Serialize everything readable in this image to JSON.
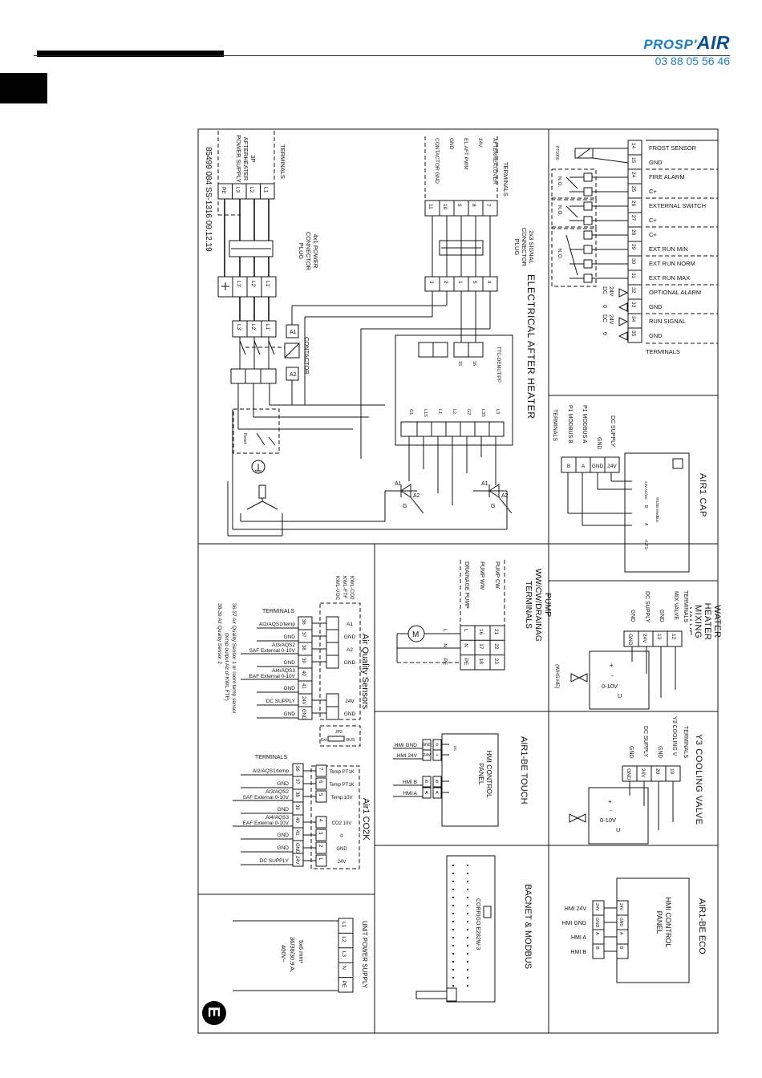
{
  "header": {
    "brand_prefix": "PROSP'",
    "brand_suffix": "AIR",
    "phone": "03 88 05 56 46"
  },
  "doc_ref": "85499 084  SS-1316  09.12.19",
  "page_letter": "E",
  "sections": {
    "aftheater_terms": {
      "title": "TERMINALS",
      "label": "3P AFTERHEATER POWER SUPPLY",
      "pins": [
        "PE",
        "L3",
        "L2",
        "L1"
      ]
    },
    "power_plug": {
      "title": "4x1 POWER CONNECTOR PLUG",
      "pins": [
        "L3'",
        "L2'",
        "L1'"
      ],
      "contactor_pins": [
        "L3'",
        "L2'",
        "L1'"
      ]
    },
    "contactor": {
      "title": "CONTACTOR",
      "a1": "A1",
      "a2": "A2"
    },
    "signal_terms": {
      "title": "TERMINALS",
      "labels": [
        "AFTERHEAT.OVER",
        "24V",
        "EL.AFT PWM",
        "GND",
        "CONTACTOR GND"
      ],
      "pins": [
        "7",
        "8",
        "9",
        "10",
        "11"
      ],
      "plug_title": "2x3 SIGNAL CONNECTOR PLUG",
      "plug_pins": [
        "4",
        "5",
        "1",
        "2",
        "3"
      ]
    },
    "electrical_afterheater": {
      "title": "ELECTRICAL AFTER HEATER",
      "controller": "TTC-OEMUT/PP",
      "pins_top": [
        "15",
        "16"
      ],
      "pins_bottom": [
        "L3",
        "L3S",
        "G2",
        "L2",
        "L1",
        "L1S",
        "G1"
      ],
      "reset": "Reset",
      "triac_labels": [
        "A1",
        "A2",
        "G",
        "A1",
        "A2",
        "G"
      ]
    },
    "right_terminals": {
      "title": "TERMINALS",
      "rows": [
        {
          "pin": "14",
          "label": "FROST SENSOR"
        },
        {
          "pin": "15",
          "label": "GND"
        },
        {
          "pin": "24",
          "label": "FIRE ALARM"
        },
        {
          "pin": "25",
          "label": "C+"
        },
        {
          "pin": "26",
          "label": "EXTERNAL SWITCH"
        },
        {
          "pin": "27",
          "label": "C+"
        },
        {
          "pin": "28",
          "label": "C+"
        },
        {
          "pin": "29",
          "label": "EXT RUN MIN"
        },
        {
          "pin": "30",
          "label": "EXT RUN NORM"
        },
        {
          "pin": "31",
          "label": "EXT RUN MAX"
        },
        {
          "pin": "32",
          "label": "OPTIONAL ALARM"
        },
        {
          "pin": "33",
          "label": "GND"
        },
        {
          "pin": "34",
          "label": "RUN SIGNAL"
        },
        {
          "pin": "35",
          "label": "GND"
        }
      ],
      "pt1000": "PT1000",
      "no": "N.O.",
      "dc_24v": "24V",
      "dc_label": "DC",
      "dc_zero": "0"
    },
    "air1_cap": {
      "title": "AIR1 CAP",
      "labels": [
        "DC SUPPLY",
        "GND",
        "P1 MODBUS A",
        "P1 MODBUS B"
      ],
      "terms_title": "TERMINALS",
      "pins": [
        "24V",
        "GND",
        "A",
        "B"
      ],
      "inner": [
        "24V AC/DC",
        "RS485 Modbus",
        "B",
        "A",
        "+UF1-"
      ]
    },
    "water_heater": {
      "title": "WATER HEATER MIXING VALVE",
      "terms_title": "TERMINALS",
      "labels": [
        "MIX VALVE",
        "GND",
        "DC SUPPLY",
        "GND"
      ],
      "pins": [
        "12",
        "13",
        "24V",
        "GND"
      ],
      "valve_labels": [
        "⊥",
        "+",
        "-",
        "0-10V",
        "U"
      ],
      "note": "(WHS HE)"
    },
    "y3_cooling": {
      "title": "Y3 COOLING VALVE",
      "terms_title": "TERMINALS",
      "labels": [
        "Y3 COOLING V",
        "GND",
        "DC SUPPLY",
        "GND"
      ],
      "pins": [
        "19",
        "20",
        "24V",
        "GND"
      ],
      "valve_labels": [
        "⊥",
        "+",
        "-",
        "0-10V",
        "U"
      ]
    },
    "pump": {
      "title": "PUMP WW/CW/DRAINAGE TERMINALS",
      "labels": [
        "PUMP CW",
        "PUMP WW",
        "DRAINAGE PUMP"
      ],
      "cols": [
        "21",
        "22",
        "23"
      ],
      "cols2": [
        "16",
        "17",
        "18"
      ],
      "row_labels": [
        "L",
        "N",
        "PE"
      ],
      "motor": "M"
    },
    "aq_sensors": {
      "title": "Air Quality Sensors",
      "types": [
        "KWL-CO2",
        "KWL-FTF",
        "KWL-VOC"
      ],
      "terms_title": "TERMINALS",
      "rows": [
        {
          "label": "AI2/AQS1/temp",
          "pin": "36",
          "box": "A1"
        },
        {
          "label": "GND",
          "pin": "37",
          "box": "GND"
        },
        {
          "label": "AI3/AQS2",
          "label2": "SAF External 0-10V",
          "pin": "38",
          "box": "A2"
        },
        {
          "label": "GND",
          "pin": "39",
          "box": "GND"
        },
        {
          "label": "AI4/AQS3",
          "label2": "EAF External 0-10V",
          "pin": "40",
          "box": ""
        },
        {
          "label": "GND",
          "pin": "41",
          "box": ""
        },
        {
          "label": "DC SUPPLY",
          "pin": "24V",
          "box": "24V"
        },
        {
          "label": "GND",
          "pin": "GND",
          "box": "GND"
        }
      ],
      "jp2": "JP2",
      "ext": "Ext",
      "bus": "BUS",
      "notes": [
        "36-37 Air Quality Sensor 1 or room temp sensor",
        "(temp output A2 of KWL FTF)",
        "38-39 Air Quality Sensor 2"
      ]
    },
    "co2k": {
      "title": "Air1 CO2K",
      "terms_title": "TERMINALS",
      "rows": [
        {
          "label": "AI2/AQS1/temp",
          "pin": "36",
          "box": "7",
          "desc": "Temp PT1K"
        },
        {
          "label": "GND",
          "pin": "37",
          "box": "6",
          "desc": "Temp PT1K"
        },
        {
          "label": "AI3/AQS2",
          "label2": "SAF External 0-10V",
          "pin": "38",
          "box": "5",
          "desc": "Temp 10V"
        },
        {
          "label": "GND",
          "pin": "39",
          "box": "",
          "desc": ""
        },
        {
          "label": "AI4/AQS3",
          "label2": "EAF External 0-10V",
          "pin": "40",
          "box": "4",
          "desc": "CO2 10V"
        },
        {
          "label": "GND",
          "pin": "41",
          "box": "3",
          "desc": "0"
        },
        {
          "label": "GND",
          "pin": "GND",
          "box": "2",
          "desc": "GND"
        },
        {
          "label": "DC SUPPLY",
          "pin": "24V",
          "box": "1",
          "desc": "24V"
        }
      ]
    },
    "be_touch": {
      "title": "AIR1-BE TOUCH",
      "panel": "HMI CONTROL PANEL",
      "rows": [
        {
          "label": "HMI GND",
          "pin": "GND",
          "box": "0"
        },
        {
          "label": "HMI 24V",
          "pin": "24V",
          "box": "+"
        },
        {
          "label": "HMI B",
          "pin": "B",
          "box": "B"
        },
        {
          "label": "HMI A",
          "pin": "A",
          "box": "A"
        }
      ],
      "dc": "DC"
    },
    "bacnet": {
      "title": "BACNET & MODBUS",
      "device": "CORRIGO E282W-3"
    },
    "be_eco": {
      "title": "AIR1-BE ECO",
      "panel": "HMI CONTROL PANEL",
      "rows": [
        {
          "label": "HMI 24V",
          "pin": "24V",
          "box": "24V"
        },
        {
          "label": "HMI GND",
          "pin": "GND",
          "box": "GND"
        },
        {
          "label": "HMI A",
          "pin": "A",
          "box": "A"
        },
        {
          "label": "HMI B",
          "pin": "B",
          "box": "B"
        }
      ]
    },
    "unit_power": {
      "title": "UNIT POWER SUPPLY",
      "pins": [
        "L1",
        "L2",
        "L3",
        "N",
        "PE"
      ],
      "spec1": "5x6 mm²",
      "spec2": "36/38/30.9 A,",
      "spec3": "400V~"
    }
  }
}
